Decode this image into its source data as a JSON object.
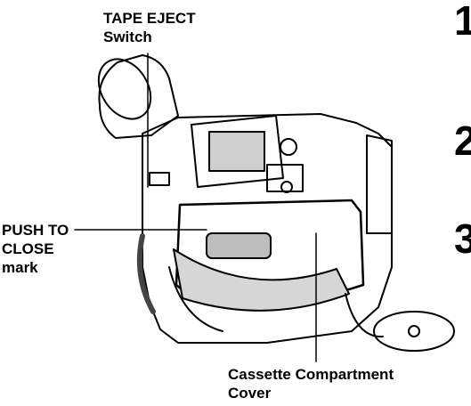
{
  "labels": {
    "tape_eject_line1": "TAPE EJECT",
    "tape_eject_line2": "Switch",
    "push_line1": "PUSH TO",
    "push_line2": "CLOSE",
    "push_line3": "mark",
    "cover_line1": "Cassette Compartment",
    "cover_line2": "Cover"
  },
  "steps": [
    "1",
    "2",
    "3"
  ]
}
